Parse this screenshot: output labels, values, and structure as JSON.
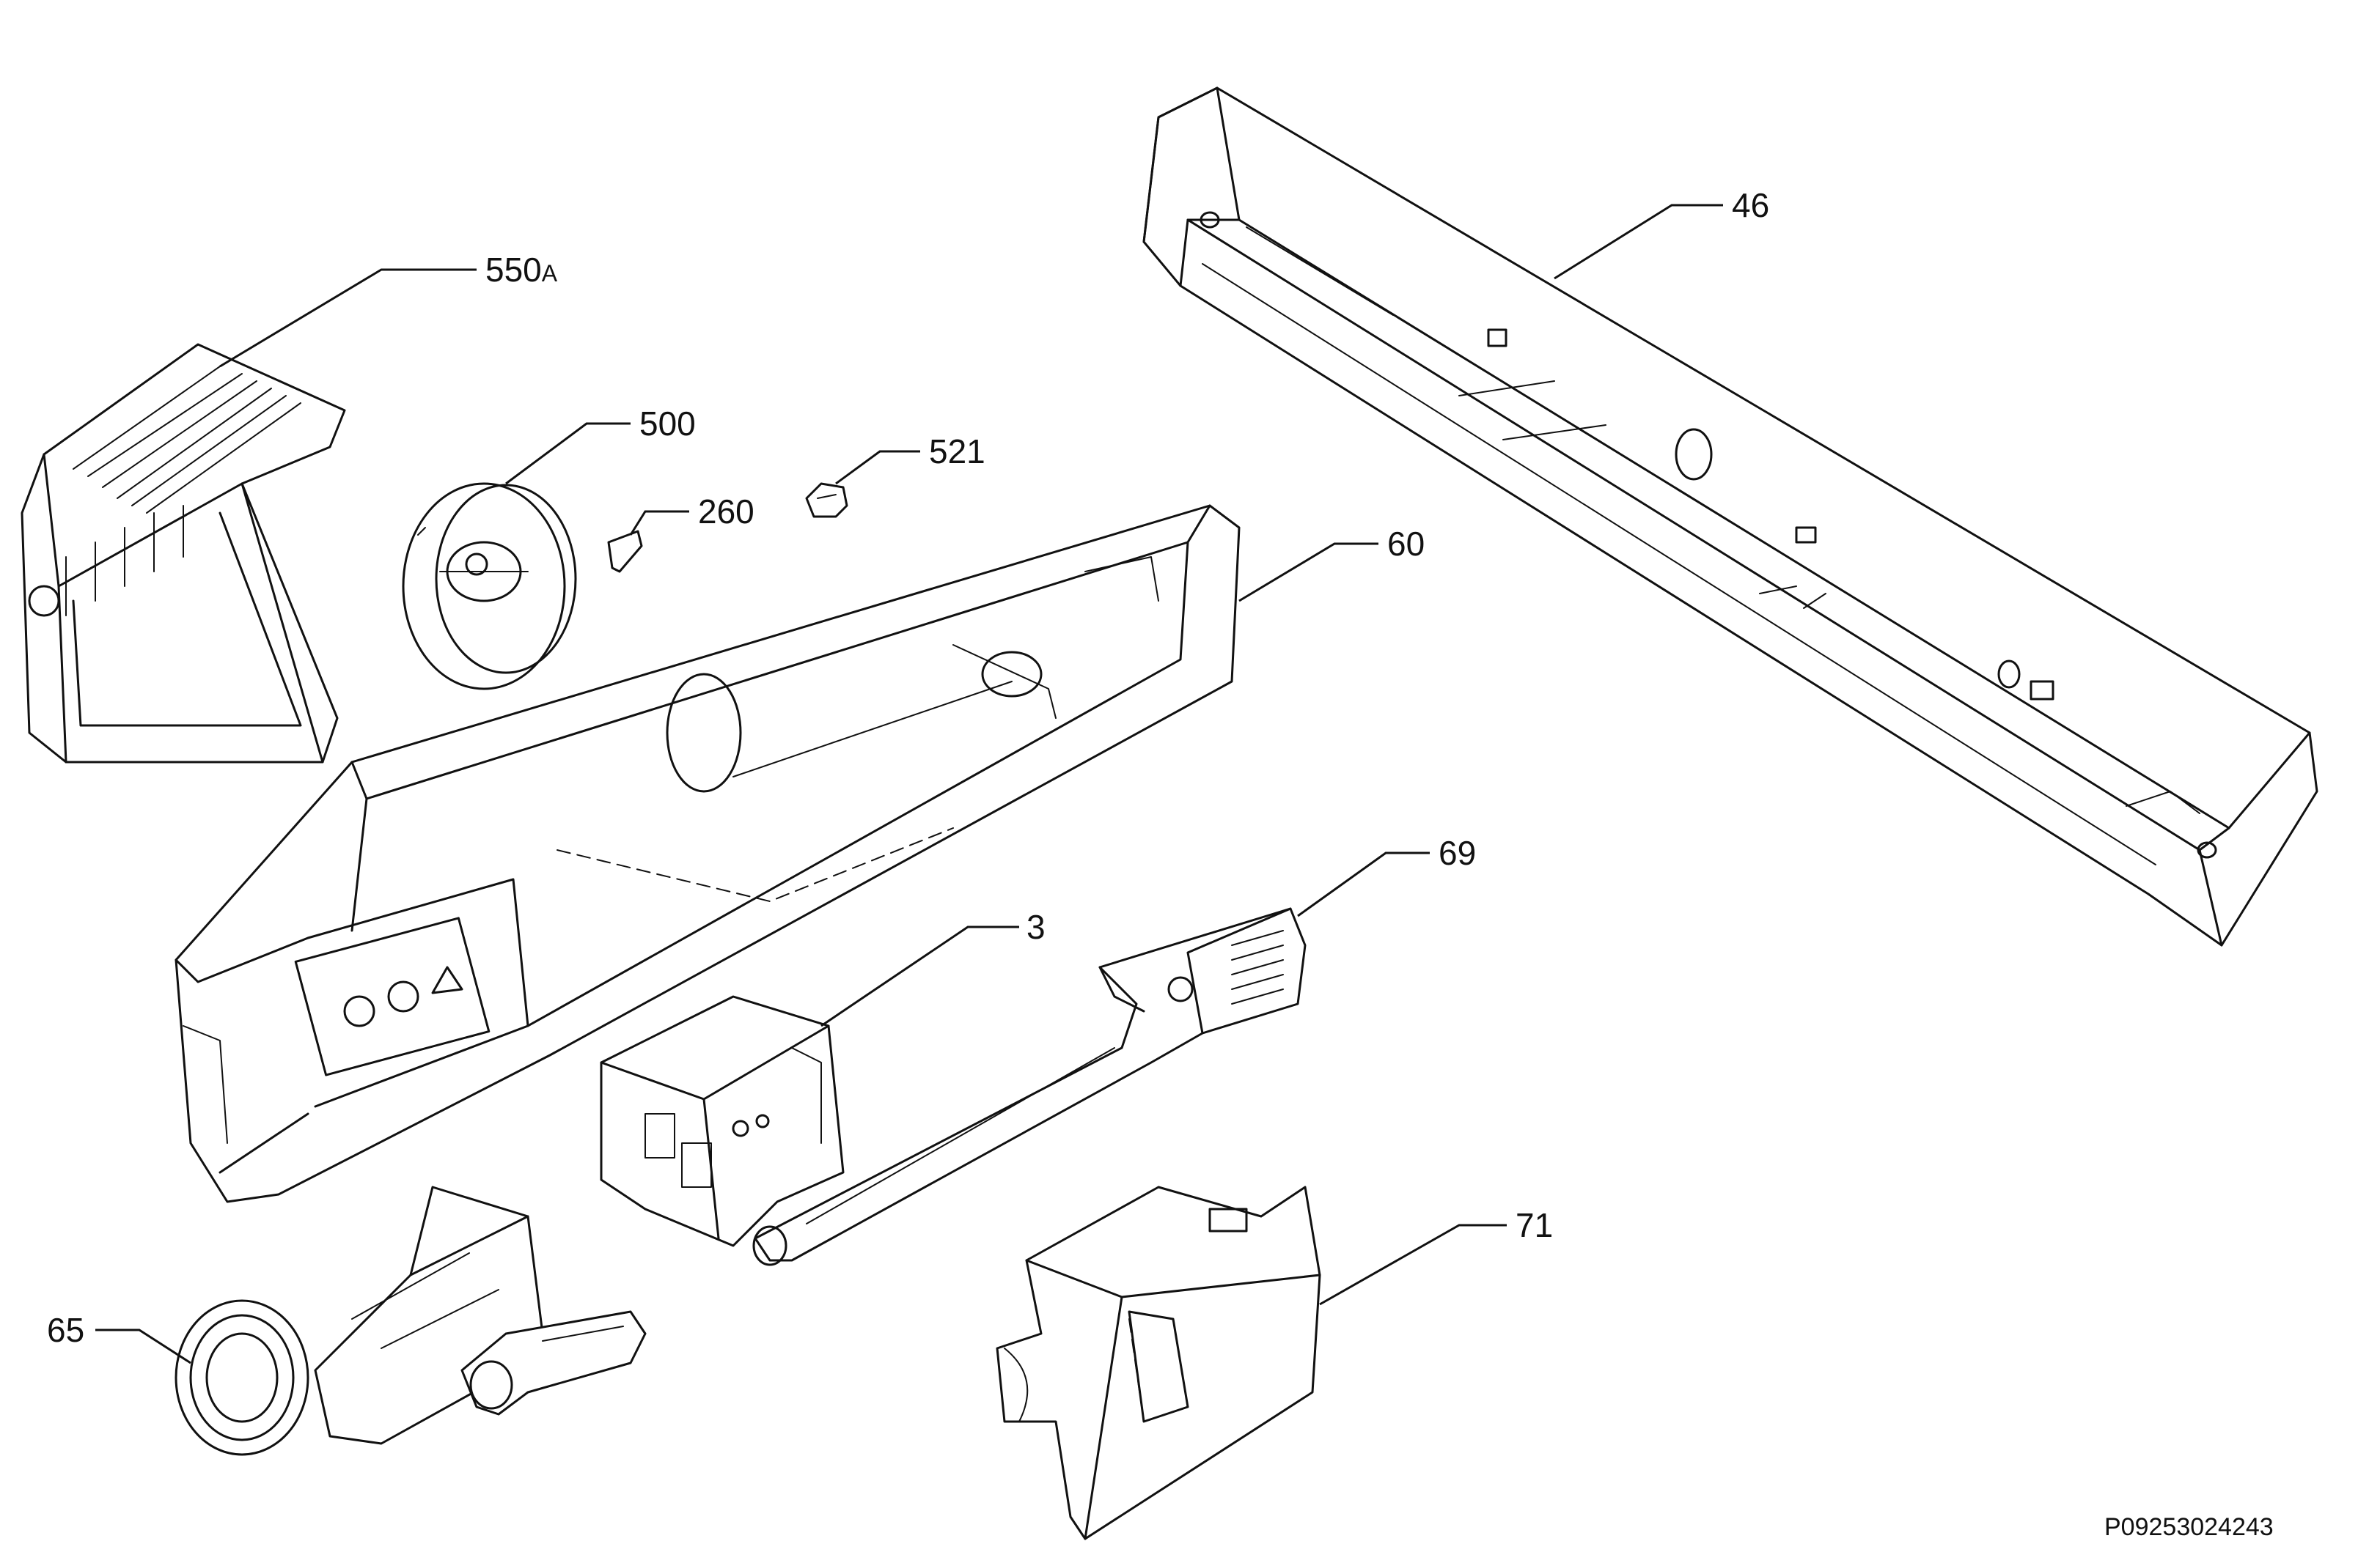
{
  "diagram": {
    "drawing_number": "P09253024243",
    "callouts": [
      {
        "id": "46",
        "label": "46"
      },
      {
        "id": "550a",
        "label": "550",
        "suffix": "A"
      },
      {
        "id": "500",
        "label": "500"
      },
      {
        "id": "521",
        "label": "521"
      },
      {
        "id": "260",
        "label": "260"
      },
      {
        "id": "60",
        "label": "60"
      },
      {
        "id": "69",
        "label": "69"
      },
      {
        "id": "3",
        "label": "3"
      },
      {
        "id": "71",
        "label": "71"
      },
      {
        "id": "65",
        "label": "65"
      }
    ]
  }
}
